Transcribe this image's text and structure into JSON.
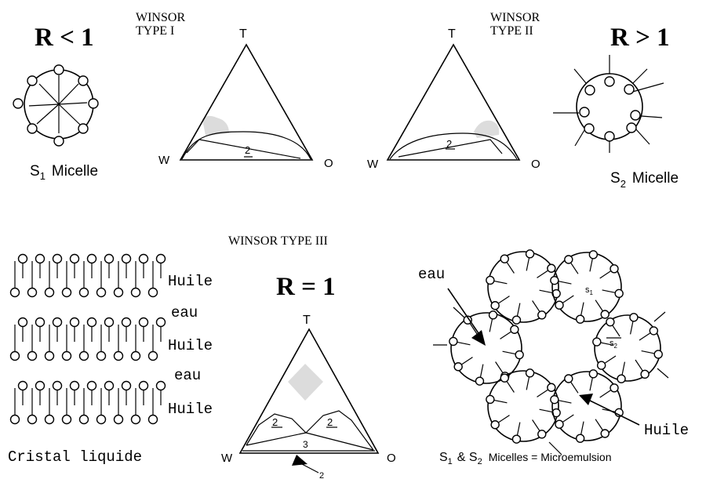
{
  "top_left": {
    "ratio_label": "R < 1",
    "winsor_line1": "WINSOR",
    "winsor_line2": "TYPE I",
    "micelle_subscript": "1",
    "micelle_text": "Micelle"
  },
  "top_right": {
    "ratio_label": "R > 1",
    "winsor_line1": "WINSOR",
    "winsor_line2": "TYPE II",
    "micelle_subscript": "2",
    "micelle_text": "Micelle"
  },
  "triangle_labels": {
    "top": "T",
    "left": "W",
    "right": "O"
  },
  "phase_labels": {
    "two": "2",
    "three": "3"
  },
  "bottom": {
    "winsor_type3": "WINSOR TYPE III",
    "ratio_label": "R = 1",
    "huile": "Huile",
    "eau": "eau",
    "cristal": "Cristal liquide",
    "s1_label": "1",
    "s2_label": "2",
    "microemulsion_text": "& S",
    "microemulsion_tail": "Micelles = Microemulsion"
  },
  "colors": {
    "line": "#000000",
    "shaded_region": "#dcdcdc",
    "background": "#ffffff"
  }
}
